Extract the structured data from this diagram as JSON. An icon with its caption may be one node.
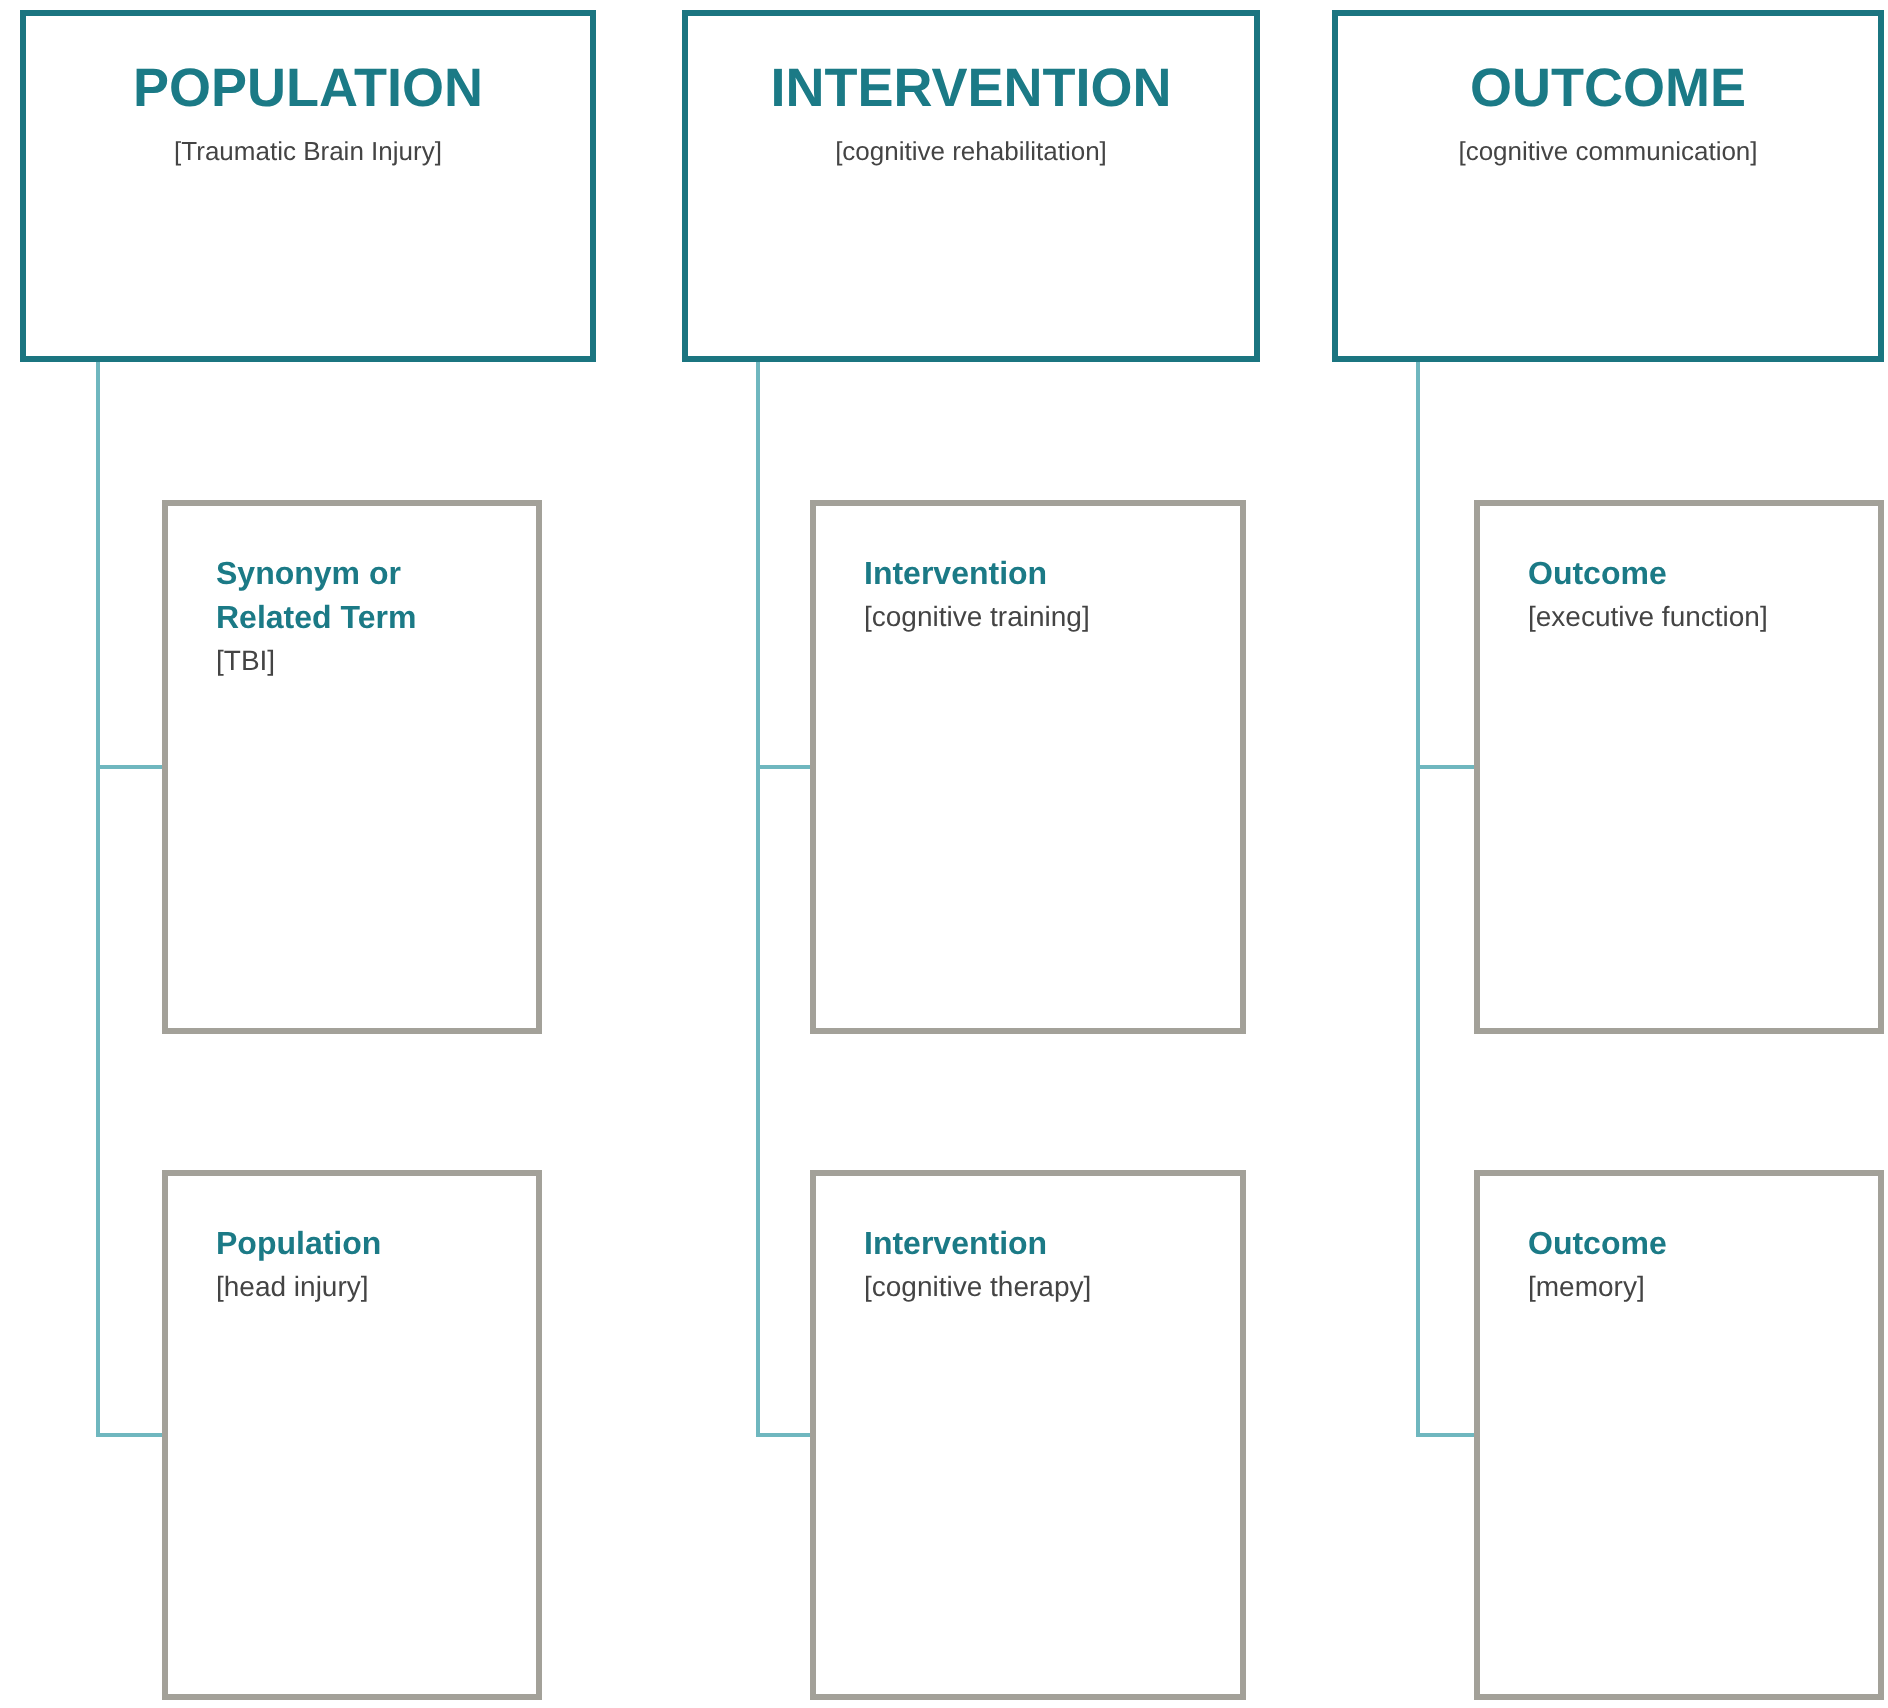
{
  "diagram": {
    "nodes": [
      {
        "text": [
          "POPULATION",
          "[Traumatic Brain Injury]"
        ]
      },
      {
        "text": [
          "Synonym or Related Term",
          "[TBI]"
        ]
      },
      {
        "text": [
          "Population",
          "[head injury]"
        ]
      },
      {
        "text": [
          "INTERVENTION",
          "[cognitive rehabilitation]"
        ]
      },
      {
        "text": [
          "Intervention",
          "[cognitive training]"
        ]
      },
      {
        "text": [
          "Intervention",
          "[cognitive therapy]"
        ]
      },
      {
        "text": [
          "OUTCOME",
          "[cognitive communication]"
        ]
      },
      {
        "text": [
          "Outcome",
          "[executive function]"
        ]
      },
      {
        "text": [
          "Outcome",
          "[memory]"
        ]
      }
    ],
    "edges": [
      {
        "from": 0,
        "to": 1,
        "arrow": "none"
      },
      {
        "from": 0,
        "to": 2,
        "arrow": "none"
      },
      {
        "from": 3,
        "to": 4,
        "arrow": "none"
      },
      {
        "from": 3,
        "to": 5,
        "arrow": "none"
      },
      {
        "from": 6,
        "to": 7,
        "arrow": "none"
      },
      {
        "from": 6,
        "to": 8,
        "arrow": "none"
      }
    ]
  }
}
